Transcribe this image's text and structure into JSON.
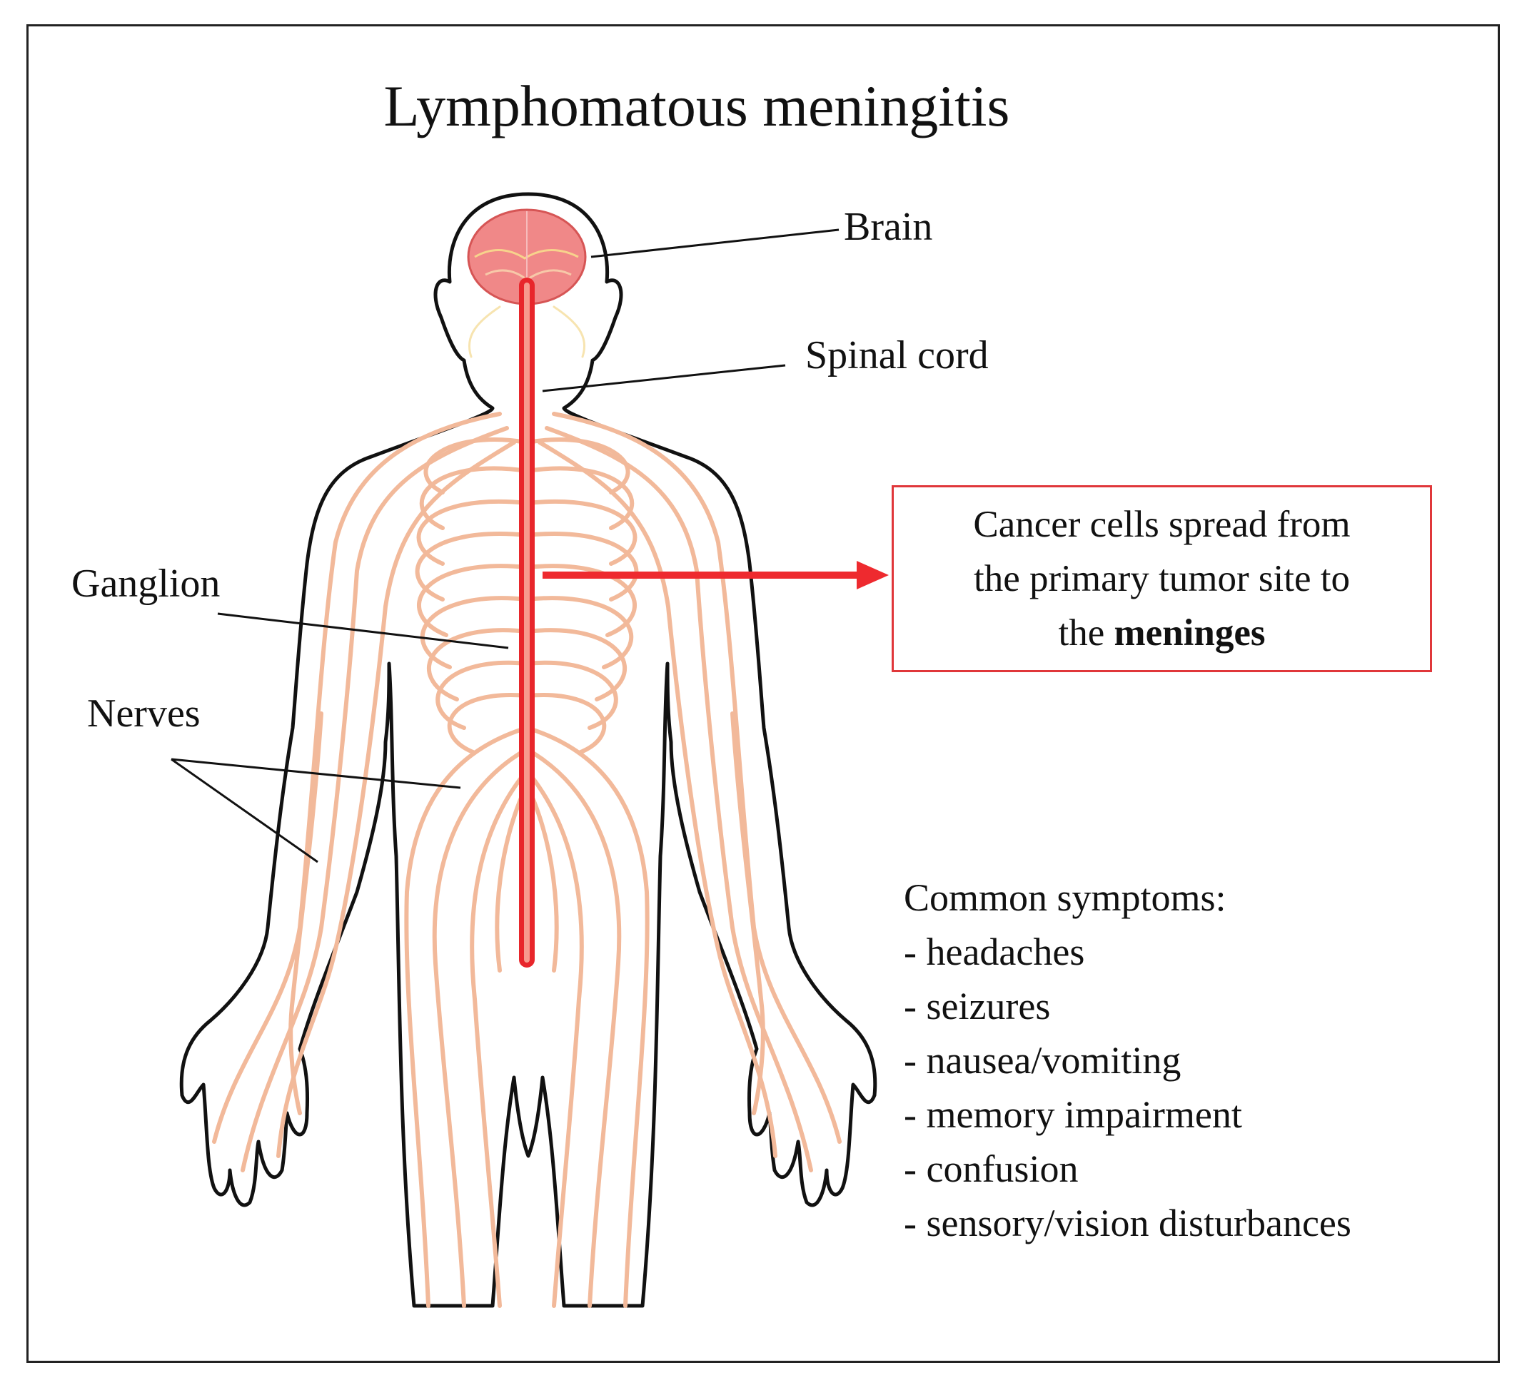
{
  "title": "Lymphomatous meningitis",
  "labels": {
    "brain": "Brain",
    "spinal_cord": "Spinal cord",
    "ganglion": "Ganglion",
    "nerves": "Nerves"
  },
  "callout": {
    "line1": "Cancer cells spread from",
    "line2": "the primary tumor site to",
    "line3_prefix": "the ",
    "line3_bold": "meninges"
  },
  "symptoms": {
    "heading": "Common symptoms:",
    "items": [
      "- headaches",
      "- seizures",
      "- nausea/vomiting",
      "- memory impairment",
      "- confusion",
      "- sensory/vision disturbances"
    ]
  },
  "colors": {
    "nerve": "#f2b99a",
    "spinal_cord": "#e8262b",
    "brain": "#f08888",
    "arrow": "#ee2a2f",
    "callout_border": "#e0373a",
    "outline": "#111111"
  }
}
